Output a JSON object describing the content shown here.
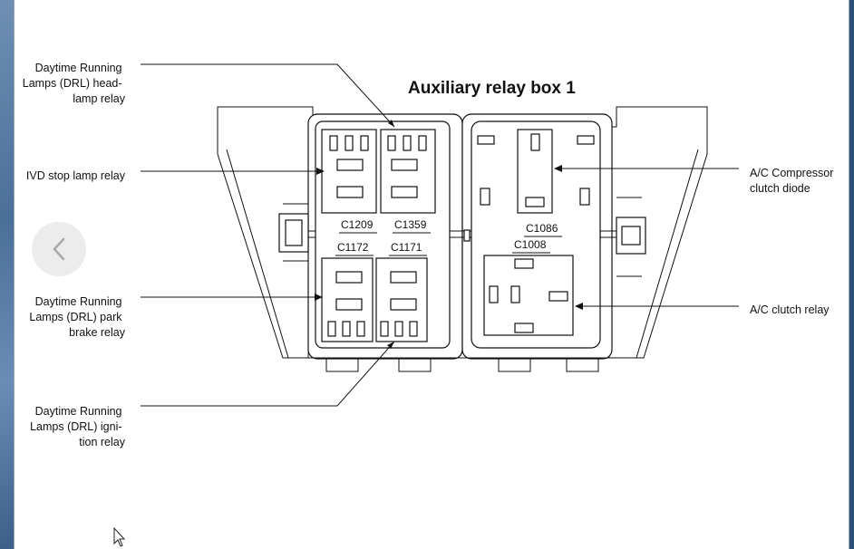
{
  "diagram": {
    "title": "Auxiliary relay box 1",
    "labels_left": [
      {
        "lines": [
          "Daytime Running",
          "Lamps (DRL) head-",
          "lamp relay"
        ]
      },
      {
        "lines": [
          "IVD stop lamp relay"
        ]
      },
      {
        "lines": [
          "Daytime Running",
          "Lamps (DRL) park",
          "brake relay"
        ]
      },
      {
        "lines": [
          "Daytime Running",
          "Lamps (DRL) igni-",
          "tion relay"
        ]
      }
    ],
    "labels_right": [
      {
        "lines": [
          "A/C Compressor",
          "clutch diode"
        ]
      },
      {
        "lines": [
          "A/C clutch relay"
        ]
      }
    ],
    "connectors": [
      "C1209",
      "C1359",
      "C1172",
      "C1171",
      "C1086",
      "C1008"
    ]
  },
  "nav": {
    "prev_icon": "chevron-left-icon",
    "cursor_icon": "mouse-cursor-icon"
  }
}
